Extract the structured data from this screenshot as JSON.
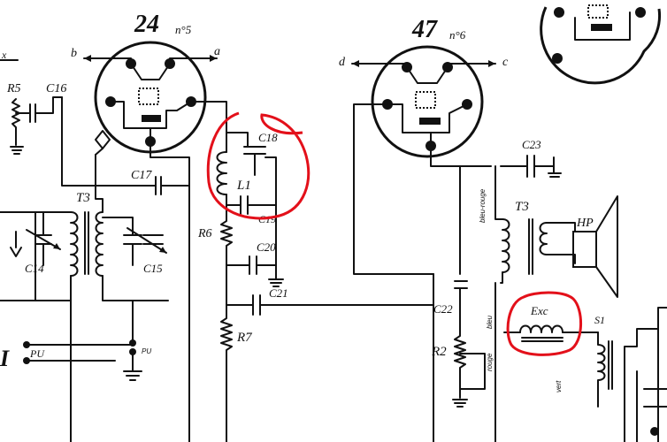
{
  "tubes": {
    "left": {
      "number": "24",
      "suffix": "n°5",
      "pin_a": "a",
      "pin_b": "b"
    },
    "right": {
      "number": "47",
      "suffix": "n°6",
      "pin_c": "c",
      "pin_d": "d"
    }
  },
  "labels": {
    "x": "x",
    "r5": "R5",
    "c16": "C16",
    "c17": "C17",
    "c18": "C18",
    "l1": "L1",
    "c19": "C19",
    "r6": "R6",
    "c20": "C20",
    "c21": "C21",
    "r7": "R7",
    "t3_left": "T3",
    "c14": "C14",
    "c15": "C15",
    "pu": "PU",
    "pu2": "PU",
    "c22": "C22",
    "r2": "R2",
    "c23": "C23",
    "t3_right": "T3",
    "hp": "HP",
    "exc": "Exc",
    "s1": "S1",
    "edge": "I",
    "v1": "bleu-rouge",
    "v2": "bleu",
    "v3": "rouge",
    "v4": "vert"
  },
  "annotations": {
    "color": "#e3101a",
    "circled": [
      "L1",
      "Exc"
    ]
  }
}
